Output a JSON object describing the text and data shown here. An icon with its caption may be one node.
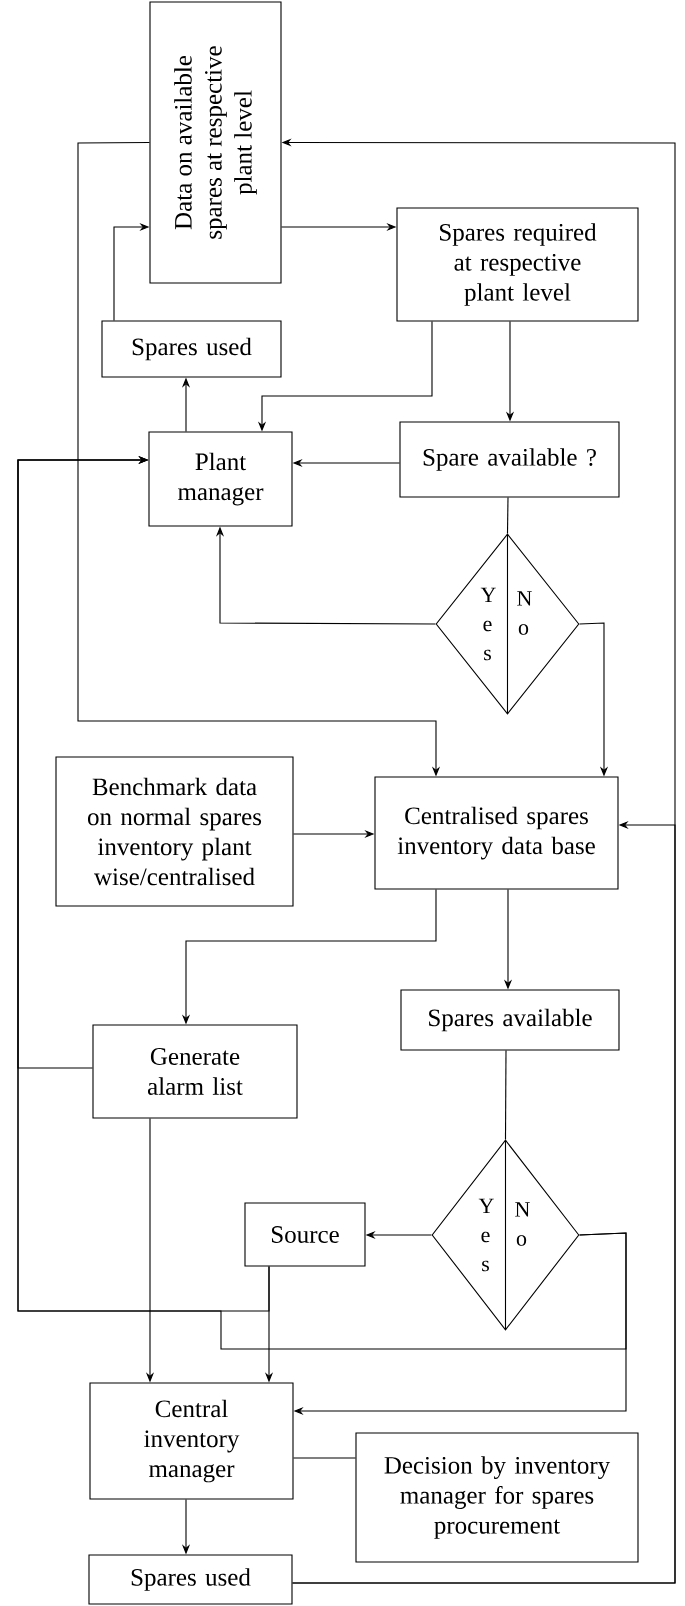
{
  "diagram": {
    "nodes": [
      {
        "text": [
          "Data on available spares at respective plant level"
        ]
      },
      {
        "text": [
          "Spares required at respective plant level"
        ]
      },
      {
        "text": [
          "Spares used"
        ]
      },
      {
        "text": [
          "Plant manager"
        ]
      },
      {
        "text": [
          "Spare available ?"
        ]
      },
      {
        "text": [
          "Y e s",
          "N o"
        ]
      },
      {
        "text": [
          "Centralised spares inventory data base"
        ]
      },
      {
        "text": [
          "Benchmark data on normal spares inventory plant wise/centralised"
        ]
      },
      {
        "text": [
          "Spares available"
        ]
      },
      {
        "text": [
          "Generate alarm list"
        ]
      },
      {
        "text": [
          "Y e s",
          "N o"
        ]
      },
      {
        "text": [
          "Source"
        ]
      },
      {
        "text": [
          "Central inventory manager"
        ]
      },
      {
        "text": [
          "Decision by inventory manager for spares procurement"
        ]
      },
      {
        "text": [
          "Spares used"
        ]
      }
    ],
    "edges": [
      {
        "from": 0,
        "to": 1,
        "arrow": "to"
      },
      {
        "from": 2,
        "to": 0,
        "arrow": "to"
      },
      {
        "from": 3,
        "to": 2,
        "arrow": "to"
      },
      {
        "from": 1,
        "to": 3,
        "arrow": "to"
      },
      {
        "from": 1,
        "to": 4,
        "arrow": "to"
      },
      {
        "from": 4,
        "to": 3,
        "arrow": "to"
      },
      {
        "from": 4,
        "to": 5,
        "arrow": "none"
      },
      {
        "from": 5,
        "to": 3,
        "arrow": "to"
      },
      {
        "from": 5,
        "to": 6,
        "arrow": "to"
      },
      {
        "from": 0,
        "to": 6,
        "arrow": "to"
      },
      {
        "from": 14,
        "to": 0,
        "arrow": "to"
      },
      {
        "from": 14,
        "to": 6,
        "arrow": "to"
      },
      {
        "from": 7,
        "to": 6,
        "arrow": "to"
      },
      {
        "from": 6,
        "to": 9,
        "arrow": "to"
      },
      {
        "from": 6,
        "to": 8,
        "arrow": "to"
      },
      {
        "from": 8,
        "to": 10,
        "arrow": "none"
      },
      {
        "from": 10,
        "to": 11,
        "arrow": "to"
      },
      {
        "from": 11,
        "to": 12,
        "arrow": "to"
      },
      {
        "from": 9,
        "to": 12,
        "arrow": "to"
      },
      {
        "from": 9,
        "to": 3,
        "arrow": "to"
      },
      {
        "from": 11,
        "to": 3,
        "arrow": "to"
      },
      {
        "from": 10,
        "to": 3,
        "arrow": "to"
      },
      {
        "from": 10,
        "to": 12,
        "arrow": "to"
      },
      {
        "from": 12,
        "to": 13,
        "arrow": "none"
      },
      {
        "from": 12,
        "to": 14,
        "arrow": "to"
      }
    ]
  }
}
